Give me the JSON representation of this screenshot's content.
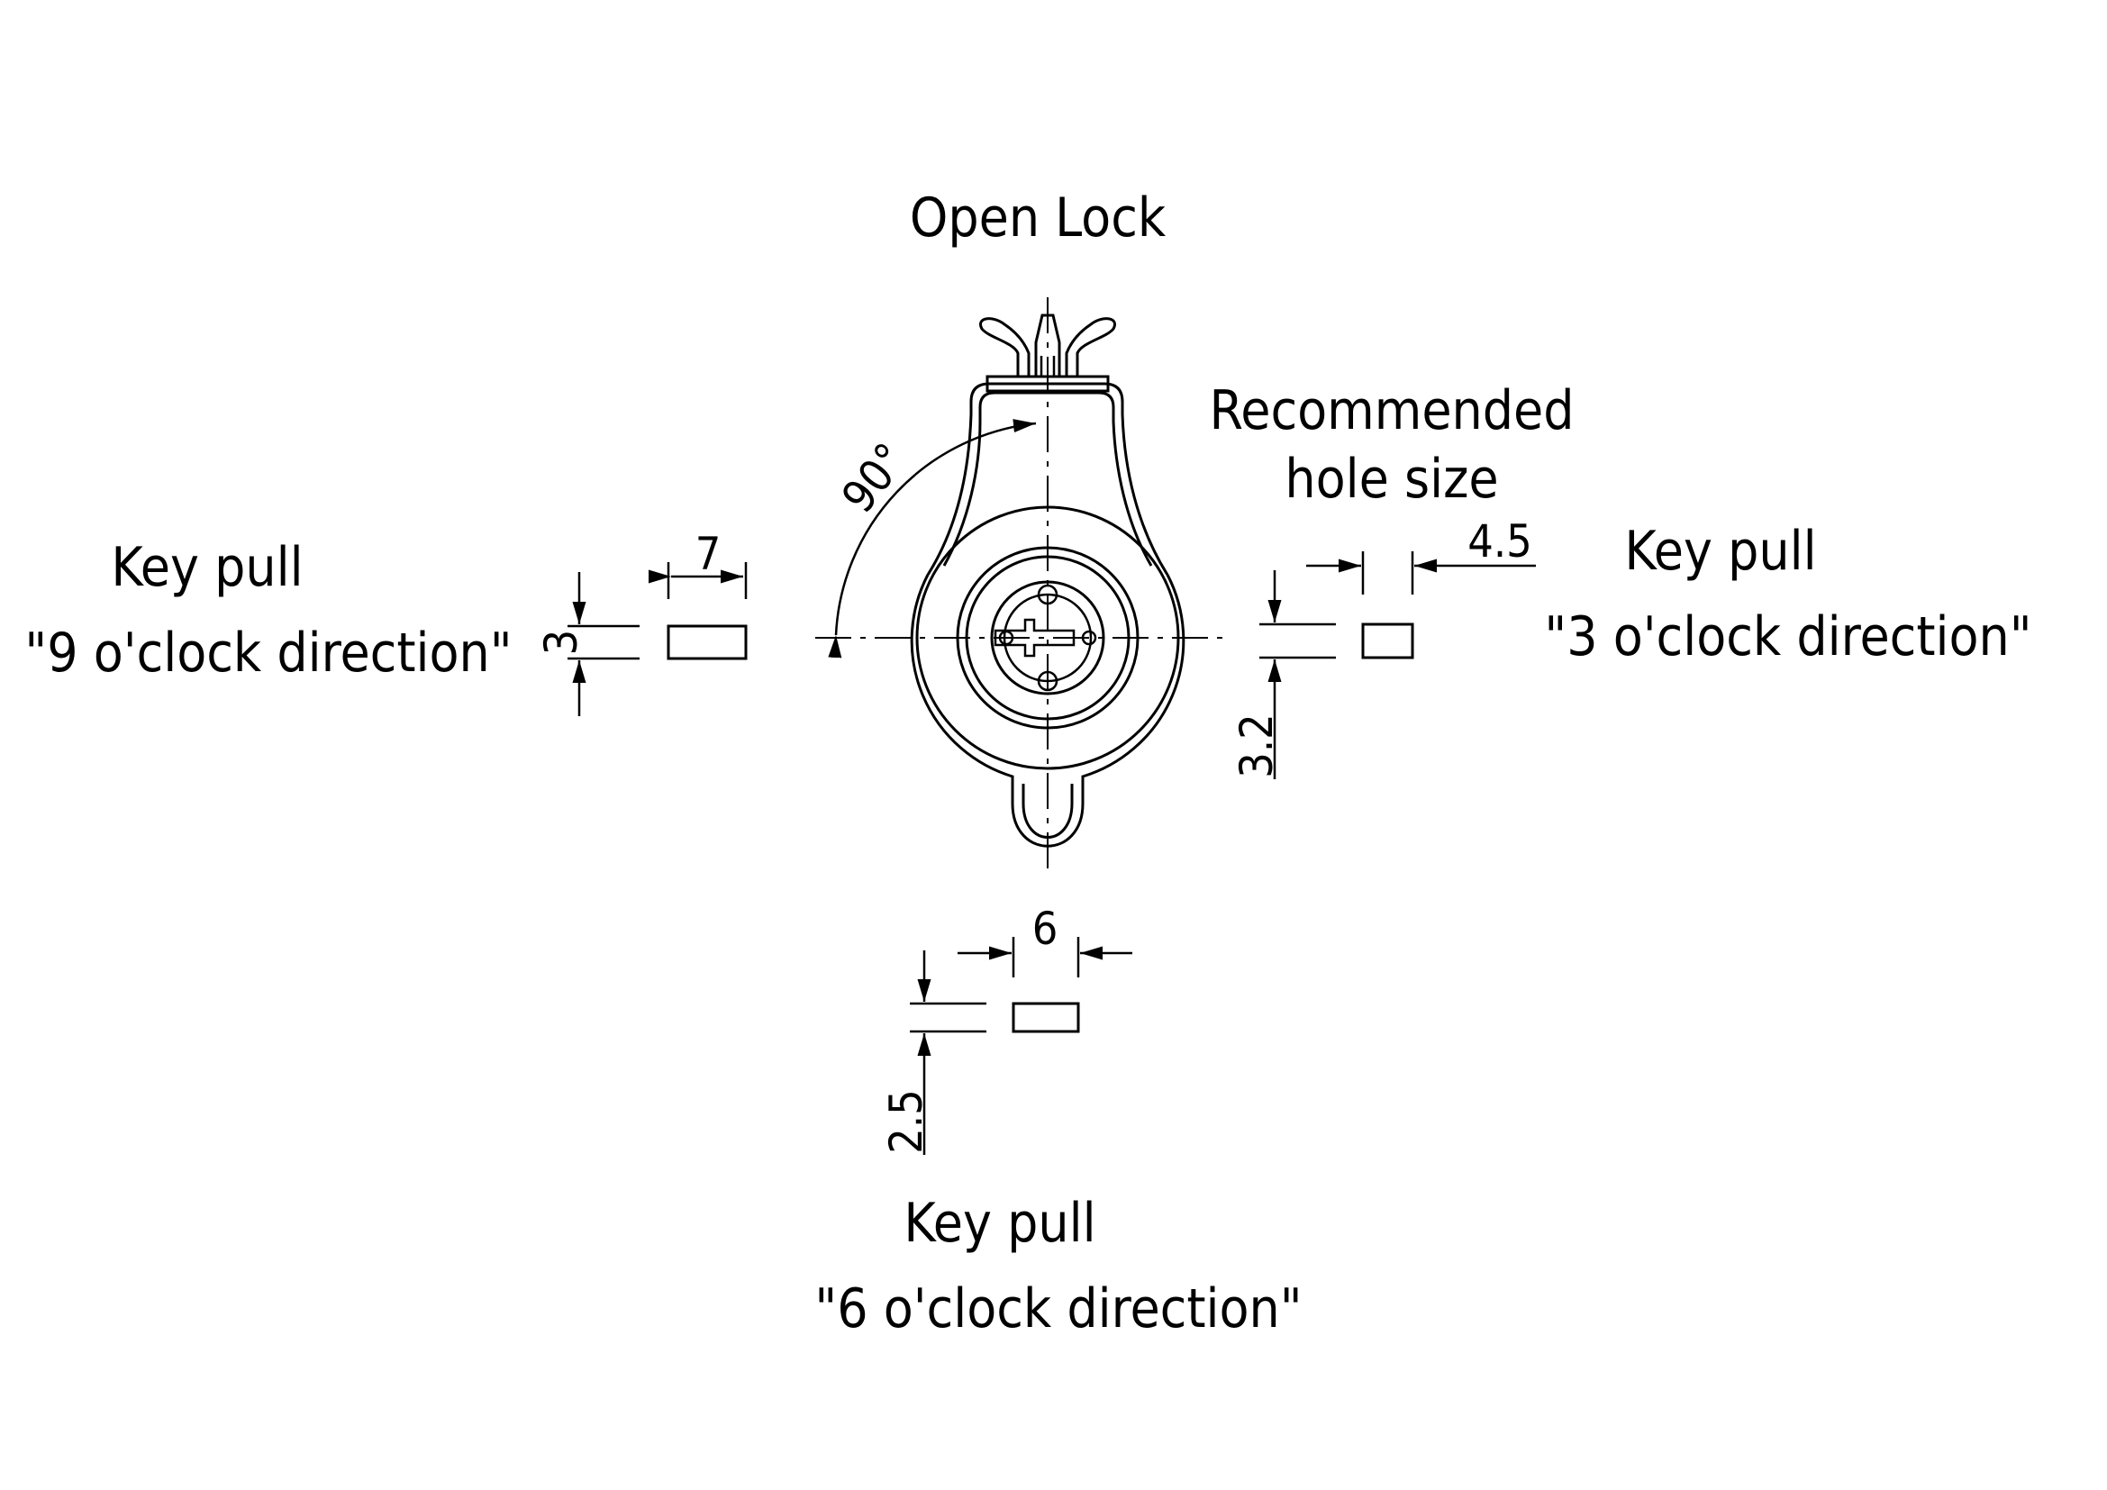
{
  "title": "Open Lock",
  "recommended": {
    "line1": "Recommended",
    "line2": "hole size"
  },
  "key_pulls": [
    {
      "line1": "Key pull",
      "line2": "\"9 o'clock direction\"",
      "width": "7",
      "height": "3"
    },
    {
      "line1": "Key pull",
      "line2": "\"3 o'clock direction\"",
      "width": "4.5",
      "height": "3.2"
    },
    {
      "line1": "Key pull",
      "line2": "\"6 o'clock direction\"",
      "width": "6",
      "height": "2.5"
    }
  ],
  "angle": "90°",
  "colors": {
    "line": "#000000",
    "background": "#ffffff"
  }
}
